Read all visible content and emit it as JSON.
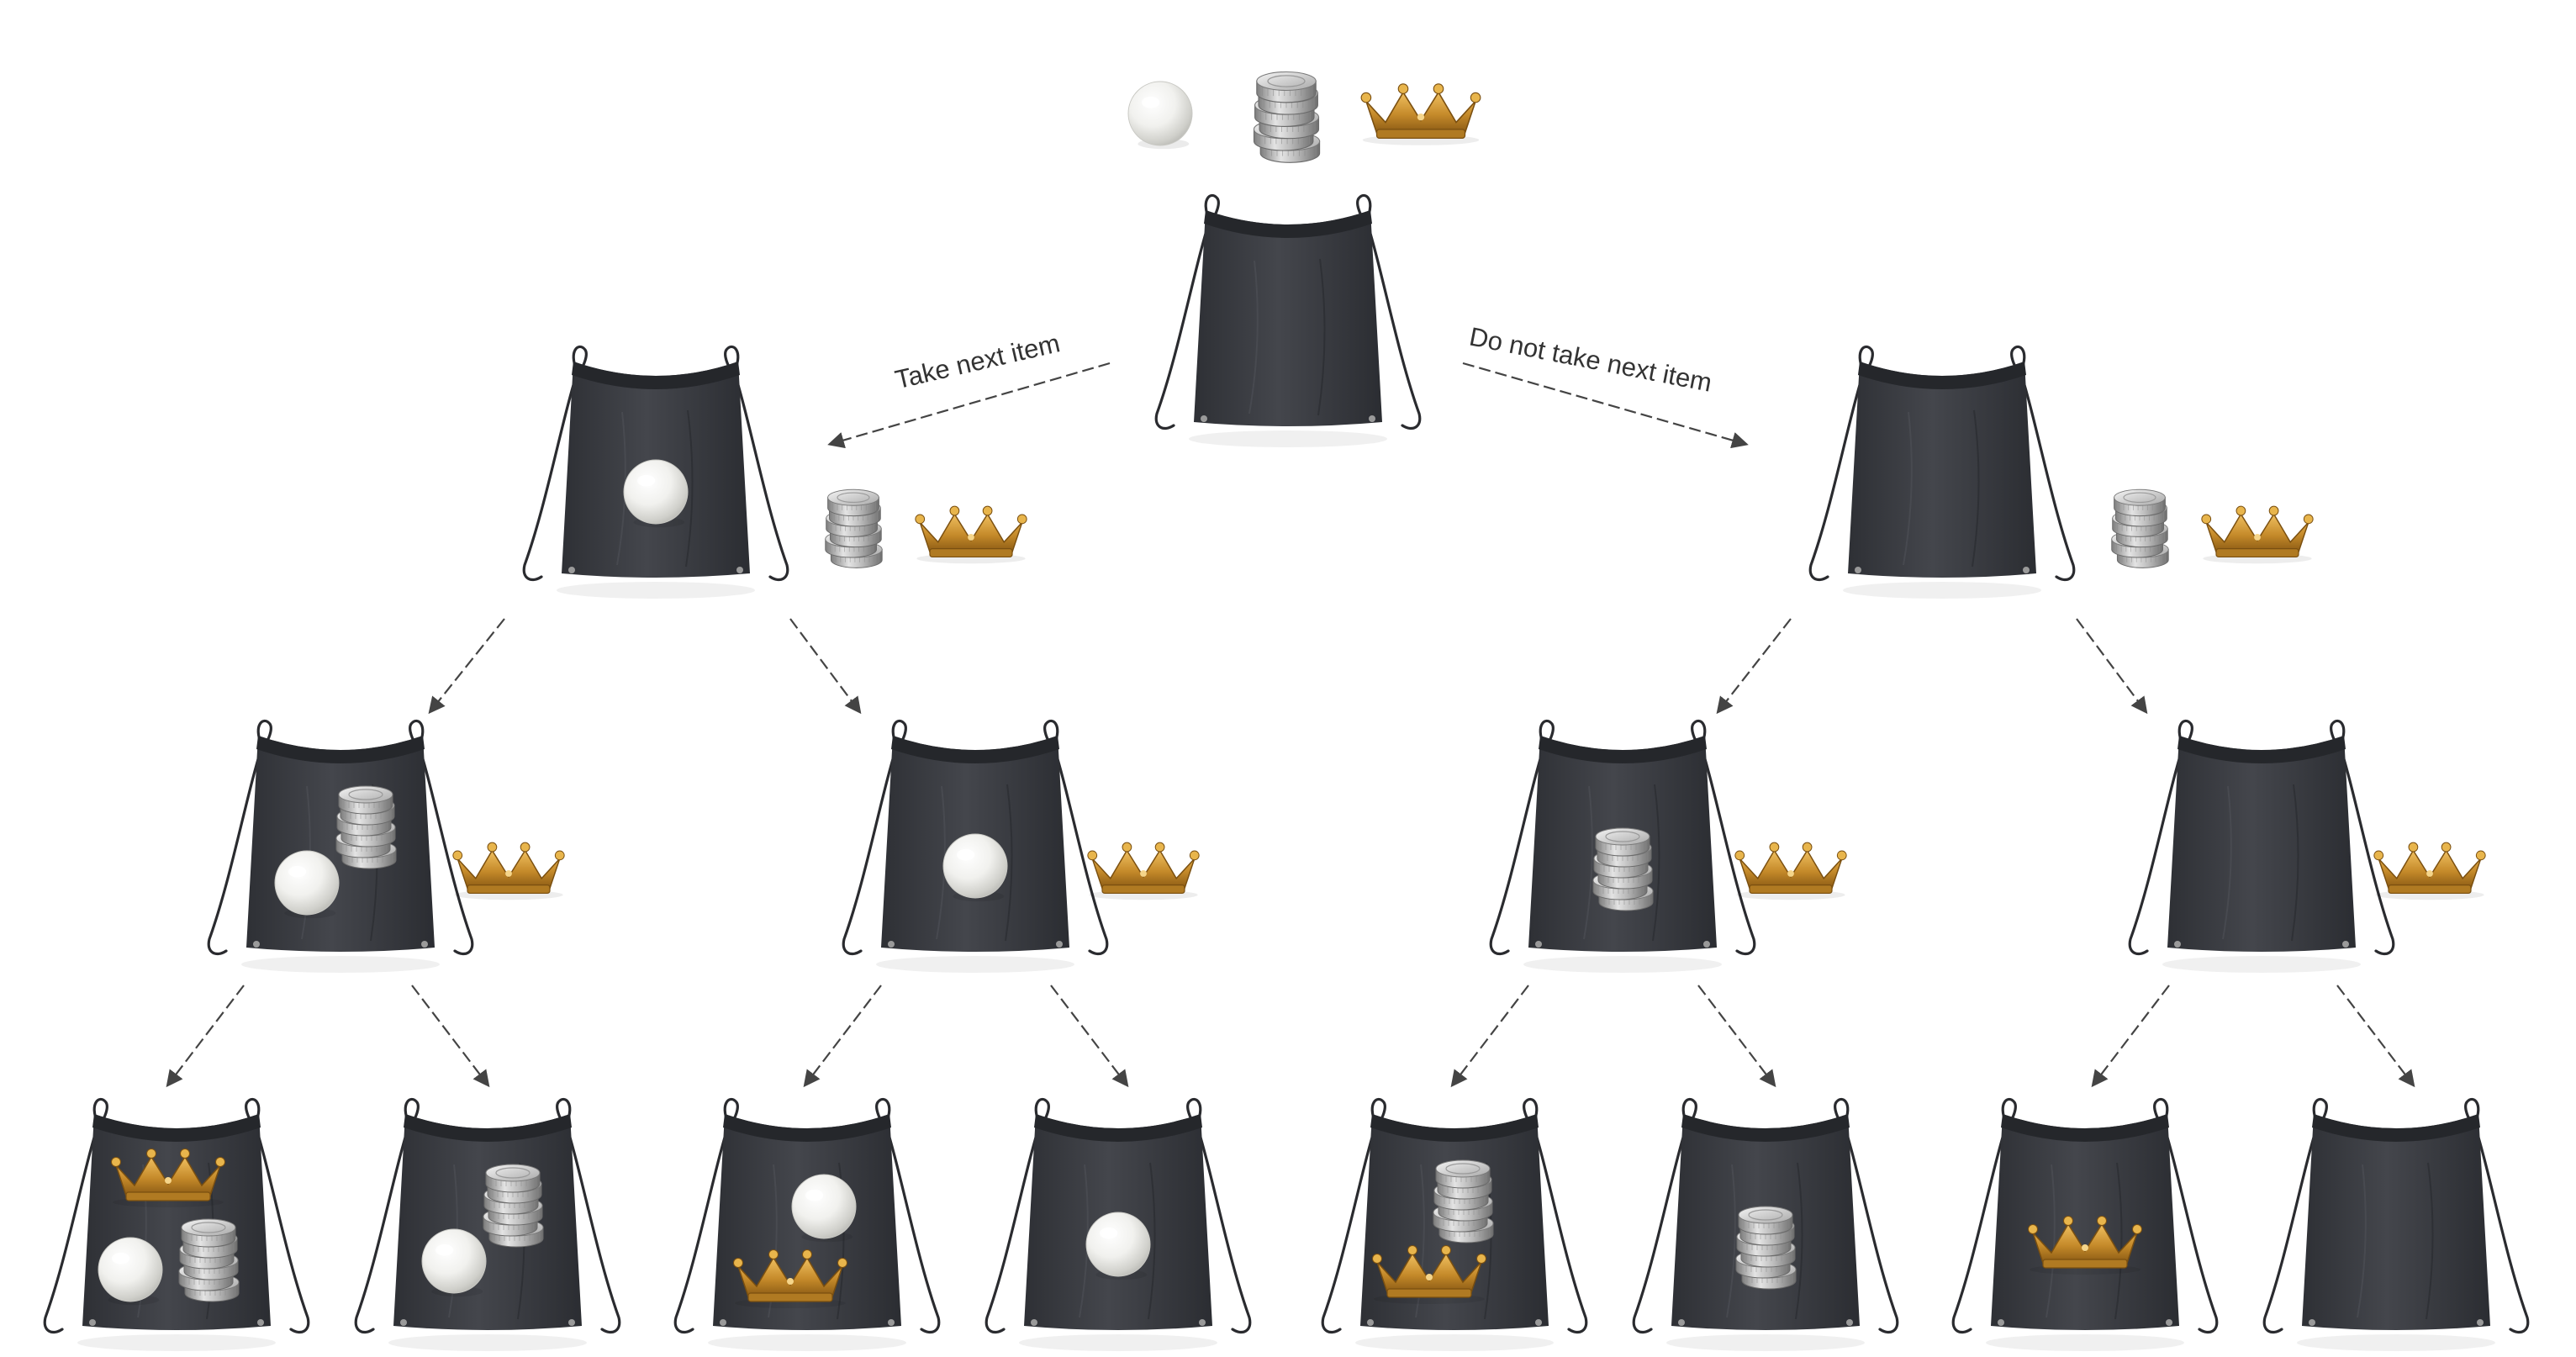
{
  "labels": {
    "take": "Take next item",
    "skip": "Do not take next item"
  },
  "items": [
    "pearl",
    "coins",
    "crown"
  ],
  "icons": {
    "bag": "drawstring-bag-icon",
    "pearl": "pearl-icon",
    "coins": "coin-stack-icon",
    "crown": "crown-icon",
    "arrow": "arrow-icon"
  },
  "colors": {
    "bag": "#3a3c42",
    "pearl": "#eeeeea",
    "coins": "#b8b8b8",
    "crown": "#c9922e",
    "arrow": "#444444"
  },
  "tree": {
    "root": {
      "in_bag": [],
      "remaining": [
        "pearl",
        "coins",
        "crown"
      ]
    },
    "level1": [
      {
        "choice": "take",
        "in_bag": [
          "pearl"
        ],
        "remaining": [
          "coins",
          "crown"
        ]
      },
      {
        "choice": "skip",
        "in_bag": [],
        "remaining": [
          "coins",
          "crown"
        ]
      }
    ],
    "level2": [
      {
        "in_bag": [
          "pearl",
          "coins"
        ],
        "remaining": [
          "crown"
        ]
      },
      {
        "in_bag": [
          "pearl"
        ],
        "remaining": [
          "crown"
        ]
      },
      {
        "in_bag": [
          "coins"
        ],
        "remaining": [
          "crown"
        ]
      },
      {
        "in_bag": [],
        "remaining": [
          "crown"
        ]
      }
    ],
    "level3": [
      {
        "in_bag": [
          "pearl",
          "coins",
          "crown"
        ]
      },
      {
        "in_bag": [
          "pearl",
          "coins"
        ]
      },
      {
        "in_bag": [
          "pearl",
          "crown"
        ]
      },
      {
        "in_bag": [
          "pearl"
        ]
      },
      {
        "in_bag": [
          "coins",
          "crown"
        ]
      },
      {
        "in_bag": [
          "coins"
        ]
      },
      {
        "in_bag": [
          "crown"
        ]
      },
      {
        "in_bag": []
      }
    ]
  }
}
